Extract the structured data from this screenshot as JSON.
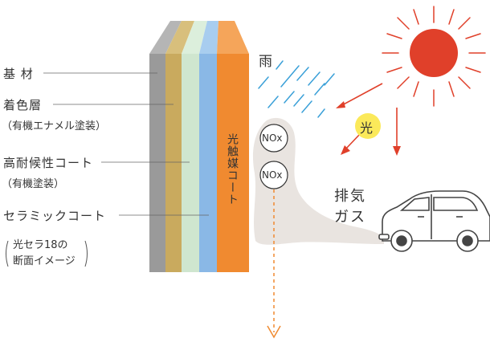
{
  "labels": {
    "substrate": "基 材",
    "color_layer": "着色層",
    "color_layer_sub": "（有機エナメル塗装）",
    "weather_coat": "高耐候性コート",
    "weather_coat_sub": "（有機塗装）",
    "ceramic_coat": "セラミックコート",
    "note_line1": "光セラ18の",
    "note_line2": "断面イメージ",
    "photocatalyst": "光触媒コート",
    "rain": "雨",
    "light": "光",
    "exhaust_line1": "排気",
    "exhaust_line2": "ガス",
    "nox1": "NOx",
    "nox2": "NOx"
  },
  "colors": {
    "substrate": "#9a9a9a",
    "color_layer": "#c9aa5e",
    "weather_coat": "#cfe6cf",
    "ceramic_coat": "#8ab8e6",
    "photocatalyst": "#f08a30",
    "sun": "#e0402a",
    "light_badge": "#fbe95a",
    "rain": "#3aa0d8",
    "smoke": "#e9e4e0"
  }
}
